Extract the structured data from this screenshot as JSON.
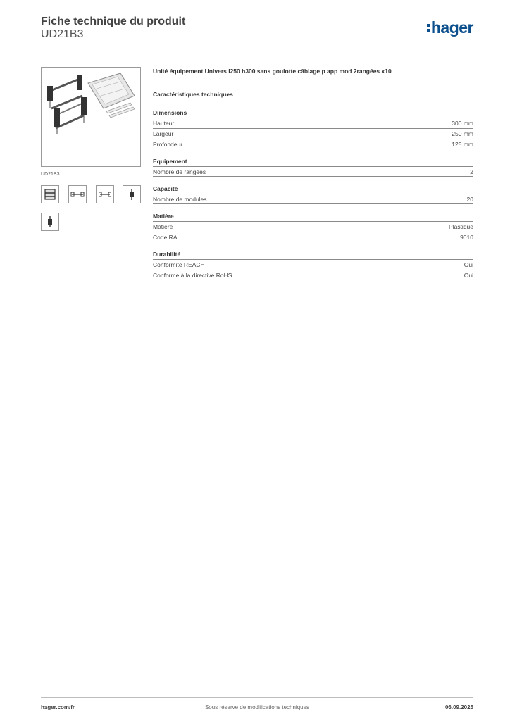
{
  "header": {
    "title": "Fiche technique du produit",
    "reference": "UD21B3",
    "logo_text": "hager",
    "logo_color": "#0b4f8c"
  },
  "product": {
    "image_caption": "UD21B3",
    "thumbnails": [
      "wiring-unit-thumb-icon",
      "din-rail-thumb-icon",
      "rail-bracket-thumb-icon",
      "mounting-clip-thumb-icon",
      "fixing-clip-thumb-icon"
    ]
  },
  "description": "Unité équipement Univers l250 h300 sans goulotte câblage p app mod 2rangées x10",
  "section_title": "Caractéristiques techniques",
  "groups": [
    {
      "title": "Dimensions",
      "rows": [
        {
          "label": "Hauteur",
          "value": "300 mm"
        },
        {
          "label": "Largeur",
          "value": "250 mm"
        },
        {
          "label": "Profondeur",
          "value": "125 mm"
        }
      ]
    },
    {
      "title": "Equipement",
      "rows": [
        {
          "label": "Nombre de rangées",
          "value": "2"
        }
      ]
    },
    {
      "title": "Capacité",
      "rows": [
        {
          "label": "Nombre de modules",
          "value": "20"
        }
      ]
    },
    {
      "title": "Matière",
      "rows": [
        {
          "label": "Matière",
          "value": "Plastique"
        },
        {
          "label": "Code RAL",
          "value": "9010"
        }
      ]
    },
    {
      "title": "Durabilité",
      "rows": [
        {
          "label": "Conformité REACH",
          "value": "Oui"
        },
        {
          "label": "Conforme à la directive RoHS",
          "value": "Oui"
        }
      ]
    }
  ],
  "footer": {
    "website": "hager.com/fr",
    "disclaimer": "Sous réserve de modifications techniques",
    "date": "06.09.2025"
  }
}
